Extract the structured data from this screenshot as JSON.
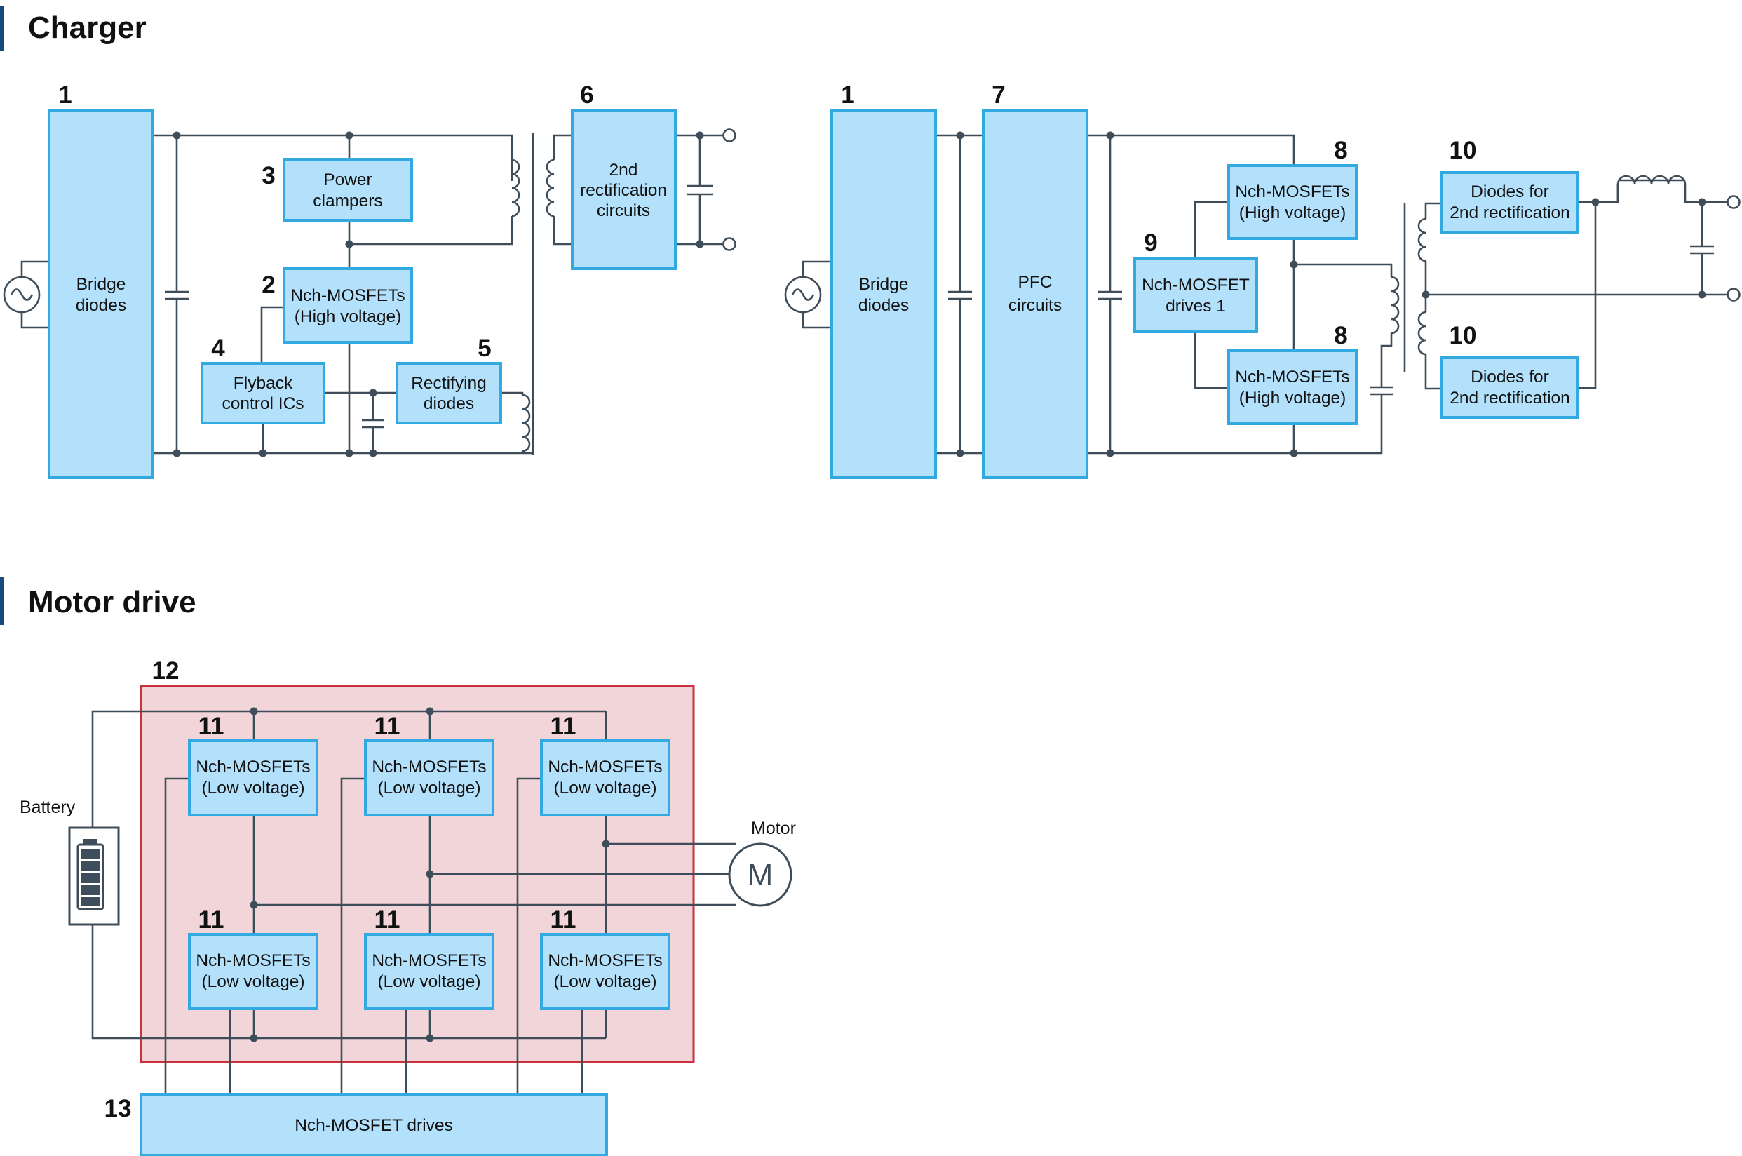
{
  "sections": {
    "charger": "Charger",
    "motor_drive": "Motor drive"
  },
  "charger_left": {
    "bridge": {
      "num": "1",
      "lines": [
        "Bridge",
        "diodes"
      ]
    },
    "clamper": {
      "num": "3",
      "lines": [
        "Power",
        "clampers"
      ]
    },
    "mosfet": {
      "num": "2",
      "lines": [
        "Nch-MOSFETs",
        "(High voltage)"
      ]
    },
    "flyback": {
      "num": "4",
      "lines": [
        "Flyback",
        "control ICs"
      ]
    },
    "rect": {
      "num": "5",
      "lines": [
        "Rectifying",
        "diodes"
      ]
    },
    "second": {
      "num": "6",
      "lines": [
        "2nd",
        "rectification",
        "circuits"
      ]
    }
  },
  "charger_right": {
    "bridge": {
      "num": "1",
      "lines": [
        "Bridge",
        "diodes"
      ]
    },
    "pfc": {
      "num": "7",
      "lines": [
        "PFC",
        "circuits"
      ]
    },
    "mosfet_top": {
      "num": "8",
      "lines": [
        "Nch-MOSFETs",
        "(High voltage)"
      ]
    },
    "mosfet_bottom": {
      "num": "8",
      "lines": [
        "Nch-MOSFETs",
        "(High voltage)"
      ]
    },
    "drive": {
      "num": "9",
      "lines": [
        "Nch-MOSFET",
        "drives 1"
      ]
    },
    "diodes_top": {
      "num": "10",
      "lines": [
        "Diodes for",
        "2nd rectification"
      ]
    },
    "diodes_bottom": {
      "num": "10",
      "lines": [
        "Diodes for",
        "2nd rectification"
      ]
    }
  },
  "motor": {
    "inverter_num": "12",
    "mosfet_num": "11",
    "mosfet_lines": [
      "Nch-MOSFETs",
      "(Low voltage)"
    ],
    "battery_label": "Battery",
    "motor_label": "Motor",
    "motor_symbol": "M",
    "driver_num": "13",
    "driver_label": "Nch-MOSFET drives"
  },
  "colors": {
    "box_fill": "#b3e0fa",
    "box_stroke": "#33a9e2",
    "wire": "#3e4d59",
    "inverter_fill": "#f2d5d9",
    "inverter_stroke": "#c8323e",
    "section_bar": "#164a7a"
  }
}
